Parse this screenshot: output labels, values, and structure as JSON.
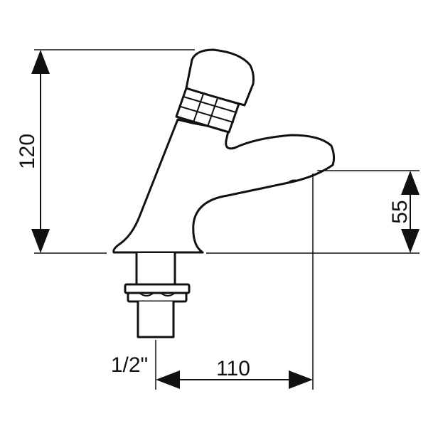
{
  "dimensions": {
    "height_total": "120",
    "spout_height": "55",
    "reach": "110",
    "thread": "1/2\""
  },
  "colors": {
    "line": "#111111",
    "background": "#ffffff"
  }
}
